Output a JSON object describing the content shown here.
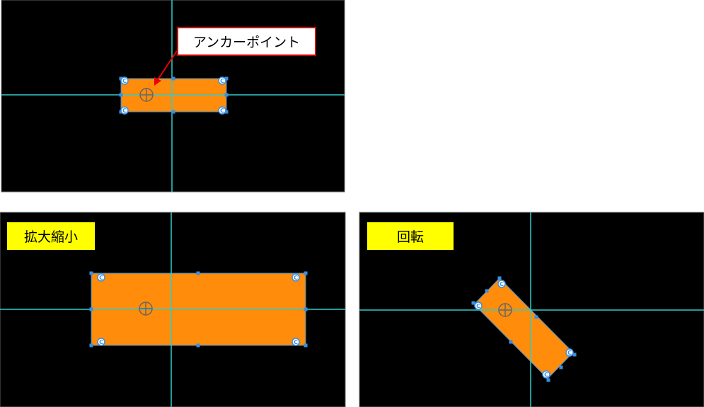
{
  "callout": {
    "label": "アンカーポイント"
  },
  "panels": [
    {
      "label": ""
    },
    {
      "label": "拡大縮小"
    },
    {
      "label": "回転"
    }
  ],
  "colors": {
    "background": "#000000",
    "shape": "#ff8c0a",
    "guide": "#33cccc",
    "handle": "#3a8fe0",
    "callout_border": "#cc0000",
    "tag": "#ffff00"
  },
  "rotation_deg": 45
}
